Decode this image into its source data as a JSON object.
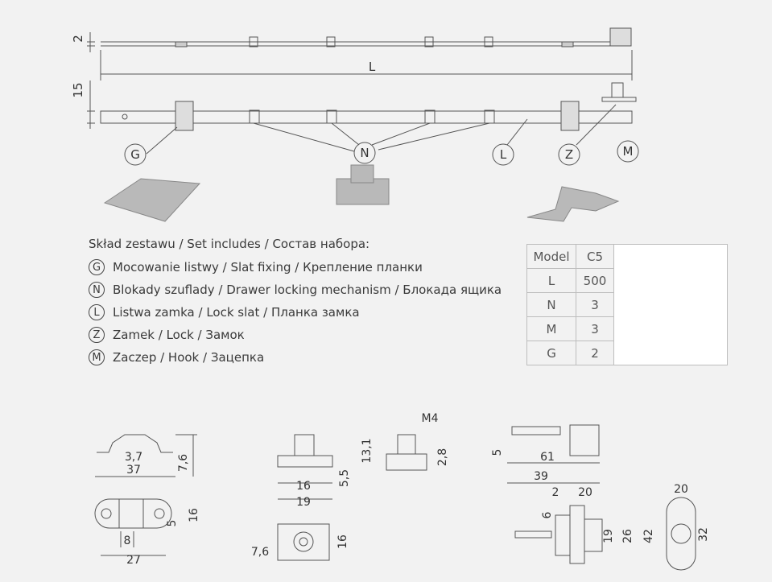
{
  "dims_top": {
    "gap": "2",
    "L": "L",
    "height": "15"
  },
  "callouts": {
    "G": "G",
    "N": "N",
    "L": "L",
    "Z": "Z",
    "M": "M"
  },
  "legend": {
    "title": "Skład zestawu / Set includes / Состав набора:",
    "items": [
      {
        "letter": "G",
        "text": "Mocowanie listwy / Slat fixing / Крепление планки"
      },
      {
        "letter": "N",
        "text": "Blokady szuflady / Drawer locking mechanism / Блокада ящика"
      },
      {
        "letter": "L",
        "text": "Listwa zamka / Lock slat / Планка замка"
      },
      {
        "letter": "Z",
        "text": "Zamek / Lock / Замок"
      },
      {
        "letter": "M",
        "text": "Zaczep  / Hook / Зацепка"
      }
    ]
  },
  "spec_table": {
    "rows": [
      {
        "label": "Model",
        "value": "C5"
      },
      {
        "label": "L",
        "value": "500"
      },
      {
        "label": "N",
        "value": "3"
      },
      {
        "label": "M",
        "value": "3"
      },
      {
        "label": "G",
        "value": "2"
      }
    ]
  },
  "drawing_g": {
    "d1": "3,7",
    "d2": "7,6",
    "d3": "37",
    "d4": "5",
    "d5": "16",
    "d6": "8",
    "d7": "27"
  },
  "drawing_n": {
    "d1": "13,1",
    "d2": "5,5",
    "d3": "16",
    "d4": "19",
    "d5": "M4",
    "d6": "2,8",
    "d7": "7,6",
    "d8": "16"
  },
  "drawing_z": {
    "d1": "5",
    "d2": "61",
    "d3": "39",
    "d4": "2",
    "d5": "20",
    "d6": "6",
    "d7": "19",
    "d8": "26",
    "d9": "42",
    "d10": "20",
    "d11": "32"
  }
}
